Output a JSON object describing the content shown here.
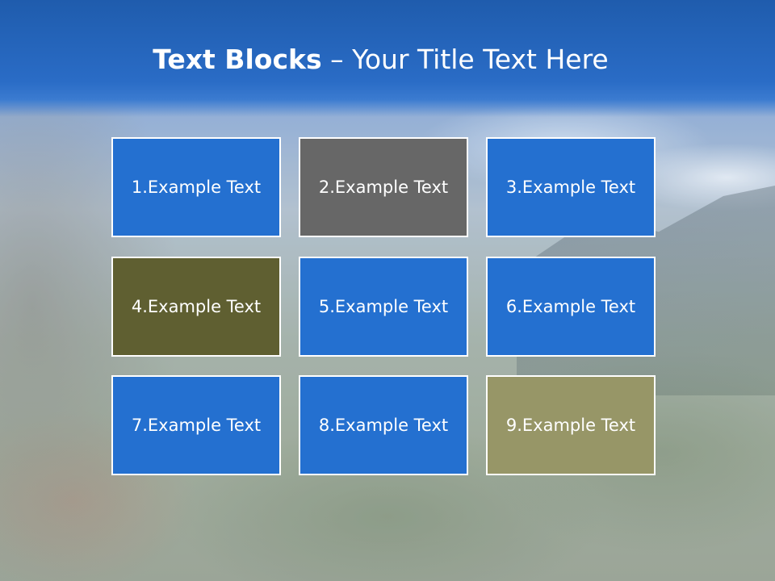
{
  "slide": {
    "title_bold": "Text Blocks",
    "title_dash": " – ",
    "title_rest": "Your Title Text Here"
  },
  "colors": {
    "title_bar": "#2a6cc6",
    "blue": "#2470d0",
    "gray": "#676767",
    "olive_dark": "#5f5f31",
    "olive_light": "#979667",
    "text": "#ffffff"
  },
  "blocks": [
    {
      "label": "1.Example Text",
      "color": "#2470d0"
    },
    {
      "label": "2.Example Text",
      "color": "#676767"
    },
    {
      "label": "3.Example Text",
      "color": "#2470d0"
    },
    {
      "label": "4.Example Text",
      "color": "#5f5f31"
    },
    {
      "label": "5.Example Text",
      "color": "#2470d0"
    },
    {
      "label": "6.Example Text",
      "color": "#2470d0"
    },
    {
      "label": "7.Example Text",
      "color": "#2470d0"
    },
    {
      "label": "8.Example Text",
      "color": "#2470d0"
    },
    {
      "label": "9.Example Text",
      "color": "#979667"
    }
  ]
}
